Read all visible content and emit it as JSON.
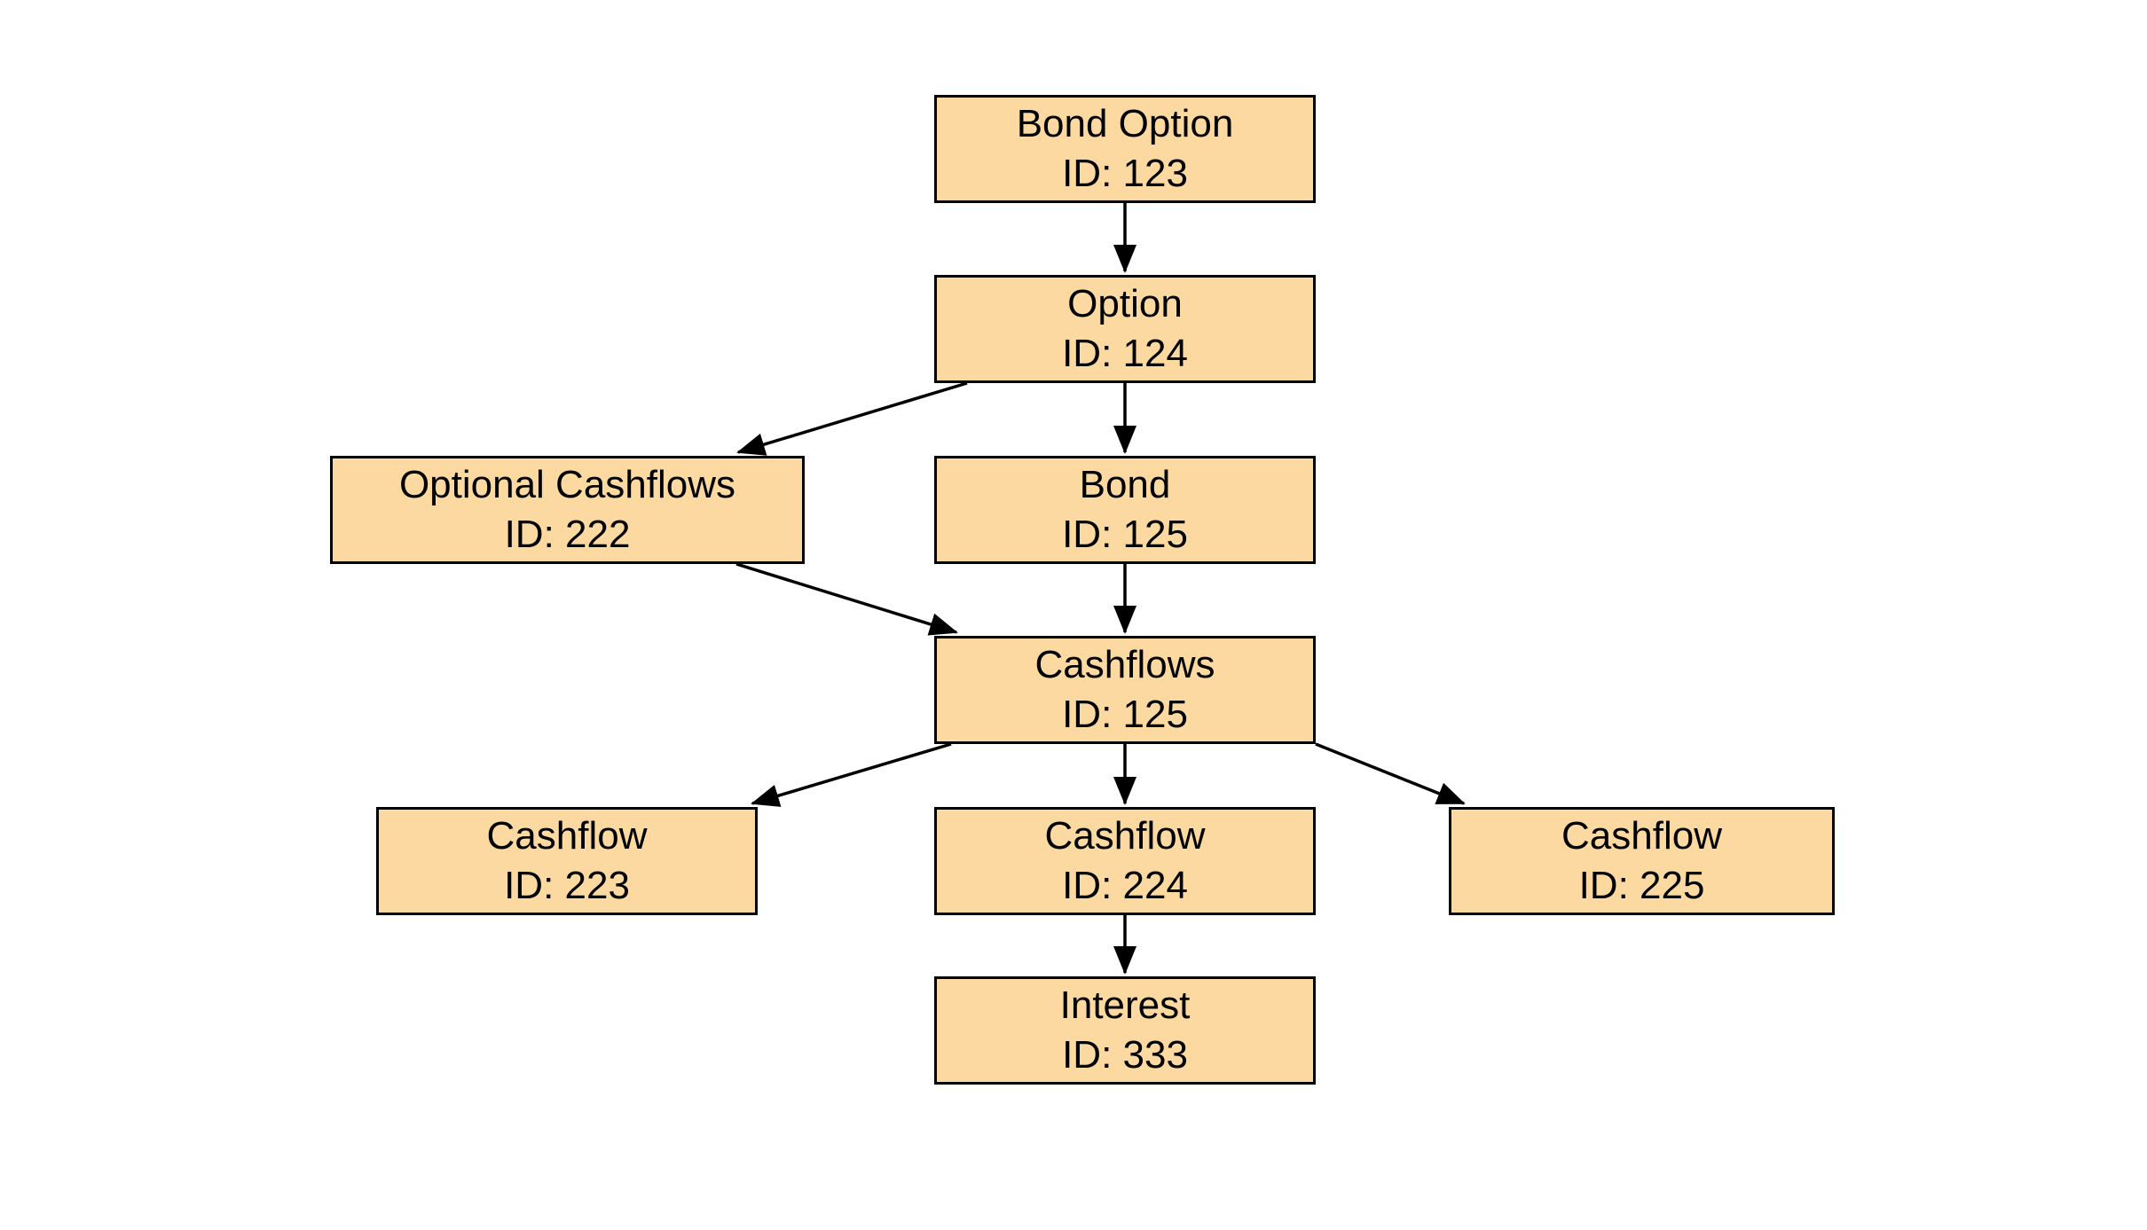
{
  "diagram": {
    "type": "flowchart",
    "colors": {
      "background": "#FFFFFF",
      "node_fill": "#FCD9A0",
      "node_border": "#000000",
      "edge": "#000000",
      "text": "#000000"
    },
    "nodes": [
      {
        "key": "bond-option",
        "label": "Bond Option",
        "id_text": "ID: 123"
      },
      {
        "key": "option",
        "label": "Option",
        "id_text": "ID: 124"
      },
      {
        "key": "optional-cashflows",
        "label": "Optional Cashflows",
        "id_text": "ID: 222"
      },
      {
        "key": "bond",
        "label": "Bond",
        "id_text": "ID: 125"
      },
      {
        "key": "cashflows",
        "label": "Cashflows",
        "id_text": "ID: 125"
      },
      {
        "key": "cashflow-223",
        "label": "Cashflow",
        "id_text": "ID: 223"
      },
      {
        "key": "cashflow-224",
        "label": "Cashflow",
        "id_text": "ID: 224"
      },
      {
        "key": "cashflow-225",
        "label": "Cashflow",
        "id_text": "ID: 225"
      },
      {
        "key": "interest",
        "label": "Interest",
        "id_text": "ID: 333"
      }
    ],
    "edges": [
      {
        "from": "bond-option",
        "to": "option"
      },
      {
        "from": "option",
        "to": "optional-cashflows"
      },
      {
        "from": "option",
        "to": "bond"
      },
      {
        "from": "optional-cashflows",
        "to": "cashflows"
      },
      {
        "from": "bond",
        "to": "cashflows"
      },
      {
        "from": "cashflows",
        "to": "cashflow-223"
      },
      {
        "from": "cashflows",
        "to": "cashflow-224"
      },
      {
        "from": "cashflows",
        "to": "cashflow-225"
      },
      {
        "from": "cashflow-224",
        "to": "interest"
      }
    ]
  }
}
